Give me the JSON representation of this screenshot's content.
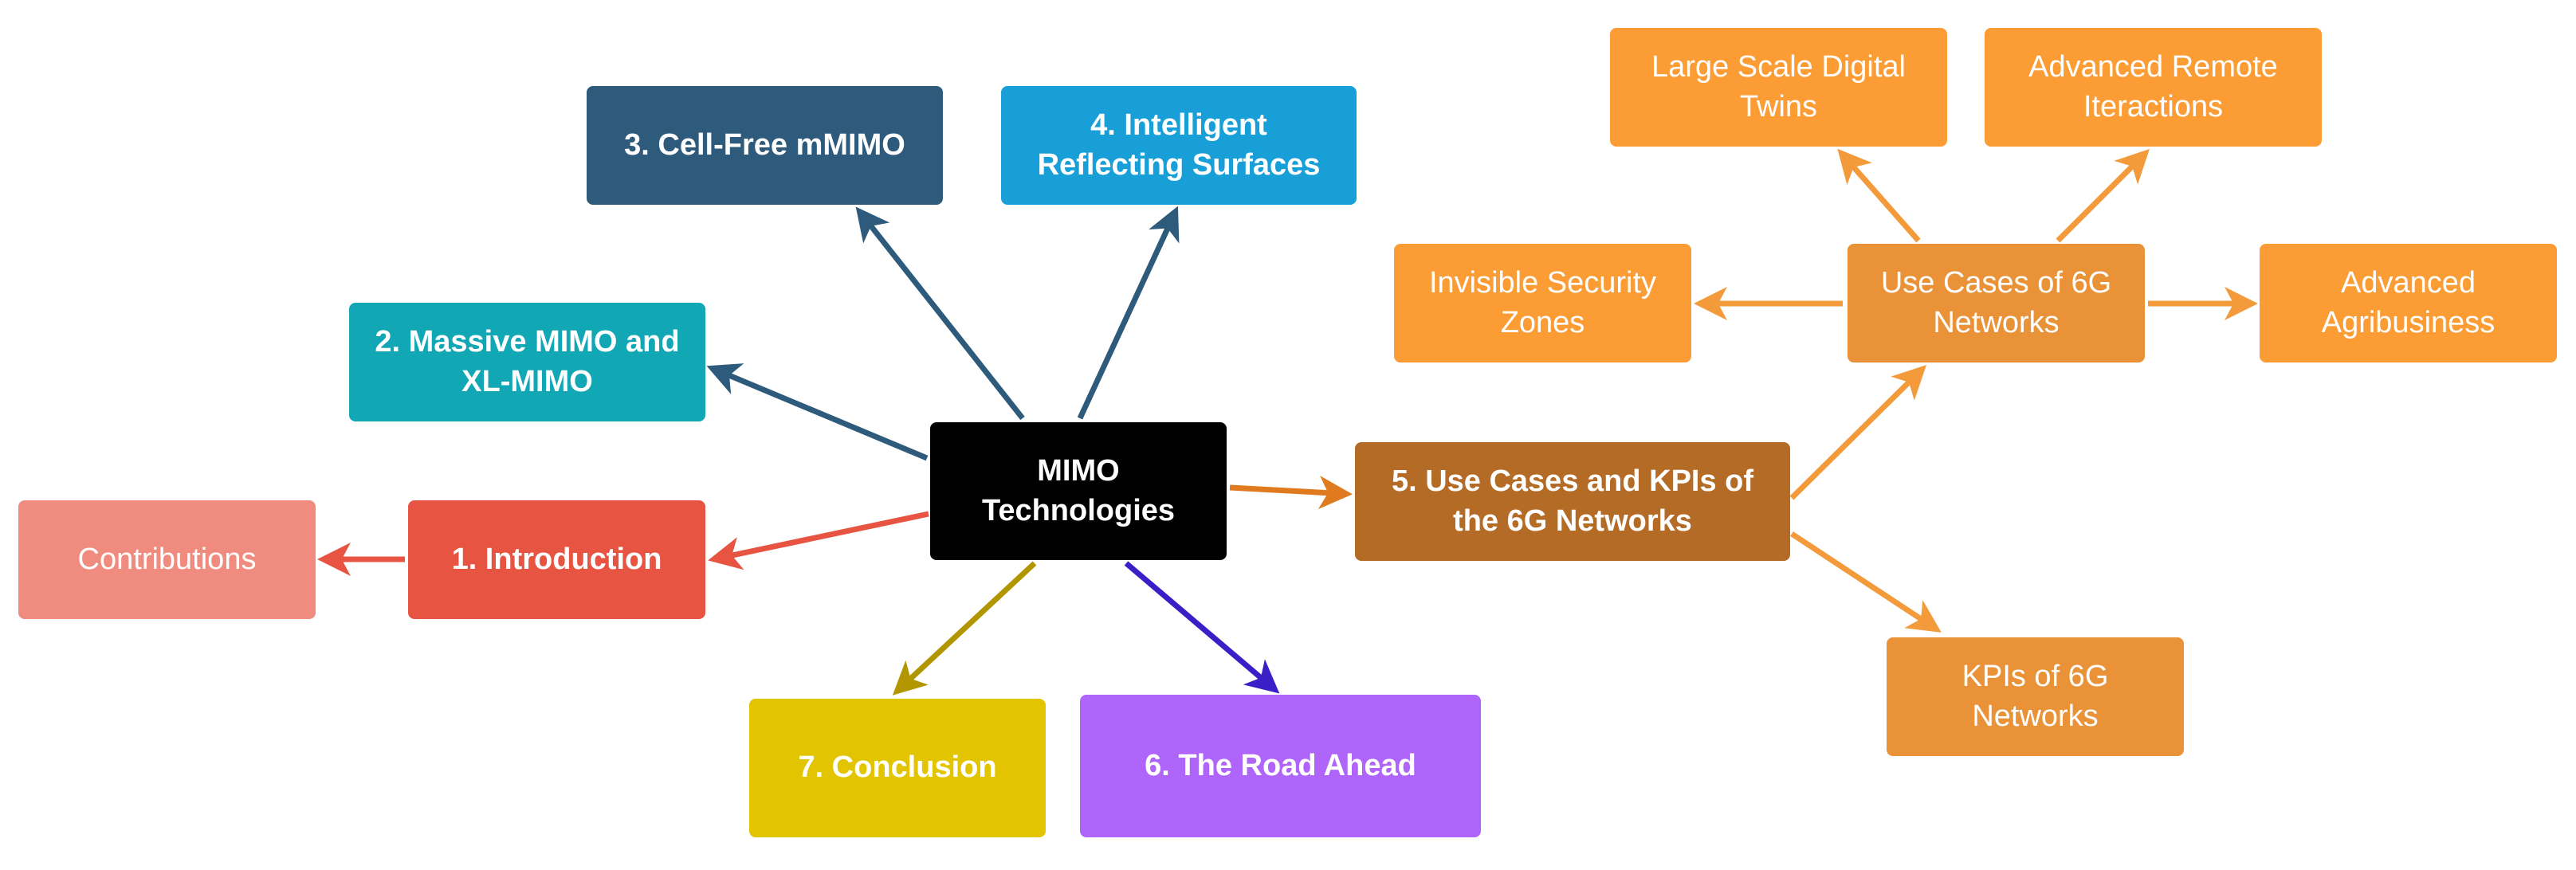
{
  "diagram": {
    "center": {
      "label": "MIMO\nTechnologies"
    },
    "nodes": {
      "introduction": {
        "label": "1. Introduction"
      },
      "contributions": {
        "label": "Contributions"
      },
      "massive_mimo": {
        "label": "2. Massive MIMO and\nXL-MIMO"
      },
      "cell_free": {
        "label": "3. Cell-Free mMIMO"
      },
      "irs": {
        "label": "4. Intelligent\nReflecting Surfaces"
      },
      "use_cases_kpis": {
        "label": "5. Use Cases and KPIs of\nthe 6G Networks"
      },
      "use_cases_6g": {
        "label": "Use Cases of 6G\nNetworks"
      },
      "digital_twins": {
        "label": "Large Scale Digital\nTwins"
      },
      "remote_interactions": {
        "label": "Advanced Remote\nIteractions"
      },
      "security_zones": {
        "label": "Invisible Security\nZones"
      },
      "agribusiness": {
        "label": "Advanced\nAgribusiness"
      },
      "kpis_6g": {
        "label": "KPIs of 6G\nNetworks"
      },
      "road_ahead": {
        "label": "6. The Road Ahead"
      },
      "conclusion": {
        "label": "7. Conclusion"
      }
    },
    "colors": {
      "center": "#000000",
      "introduction": "#e85442",
      "contributions": "#f08c7f",
      "massive_mimo": "#11a7b5",
      "cell_free": "#2e5a7b",
      "irs": "#189fd8",
      "use_cases_kpis": "#b36b26",
      "use_cases_6g": "#ea9237",
      "orange_leaf": "#fc9c34",
      "kpis_6g": "#ea9237",
      "conclusion": "#e2c500",
      "road_ahead": "#b065fa",
      "arrow_red": "#e85442",
      "arrow_navy": "#2e5a7b",
      "arrow_orange": "#e07a1f",
      "arrow_light_orange": "#f39a3a",
      "arrow_olive": "#b19600",
      "arrow_indigo": "#3a1fc7"
    }
  }
}
